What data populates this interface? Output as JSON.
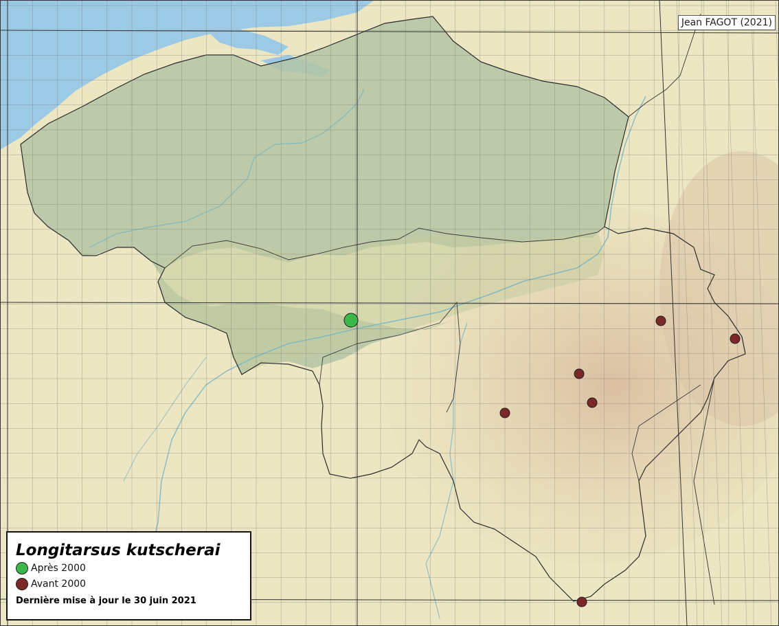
{
  "credit": "Jean FAGOT (2021)",
  "legend": {
    "title": "Longitarsus kutscherai",
    "items": [
      {
        "label": "Après 2000",
        "color": "#3cb84a"
      },
      {
        "label": "Avant 2000",
        "color": "#7a2828"
      }
    ],
    "update": "Dernière mise à jour le 30 juin 2021"
  },
  "colors": {
    "sea": "#9cc9e3",
    "land": "#ece6c2",
    "flanders": "#b4c4a4",
    "highlands": "#d6bda3",
    "border": "#2a2a2a",
    "river": "#6fb3c8",
    "grid": "#6d6d6d"
  }
}
